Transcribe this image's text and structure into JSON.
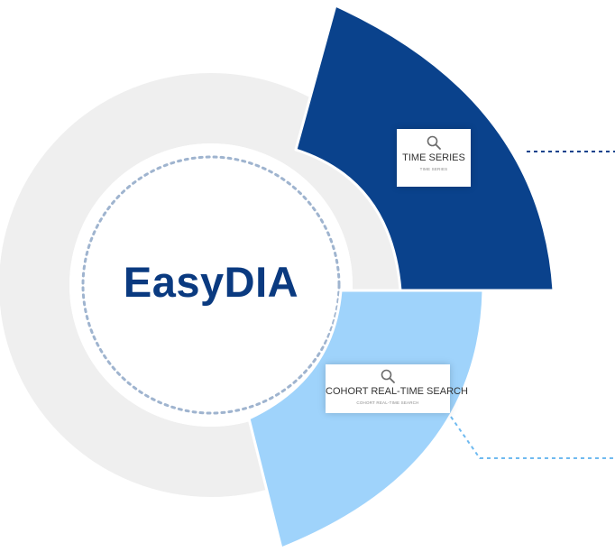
{
  "center": {
    "title": "EasyDIA"
  },
  "segments": [
    {
      "label": "TIME SERIES",
      "sublabel": "TIME SERIES",
      "icon": "search-icon",
      "color": "#0a428c"
    },
    {
      "label": "COHORT REAL-TIME SEARCH",
      "sublabel": "COHORT REAL-TIME SEARCH",
      "icon": "search-icon",
      "color": "#9fd3fb"
    }
  ],
  "colors": {
    "title": "#0a3a80",
    "outer_ring": "#efefef",
    "dotted_circle": "#9fb4cf",
    "dark_leader": "#0a428c",
    "light_leader": "#6fbaf0"
  }
}
